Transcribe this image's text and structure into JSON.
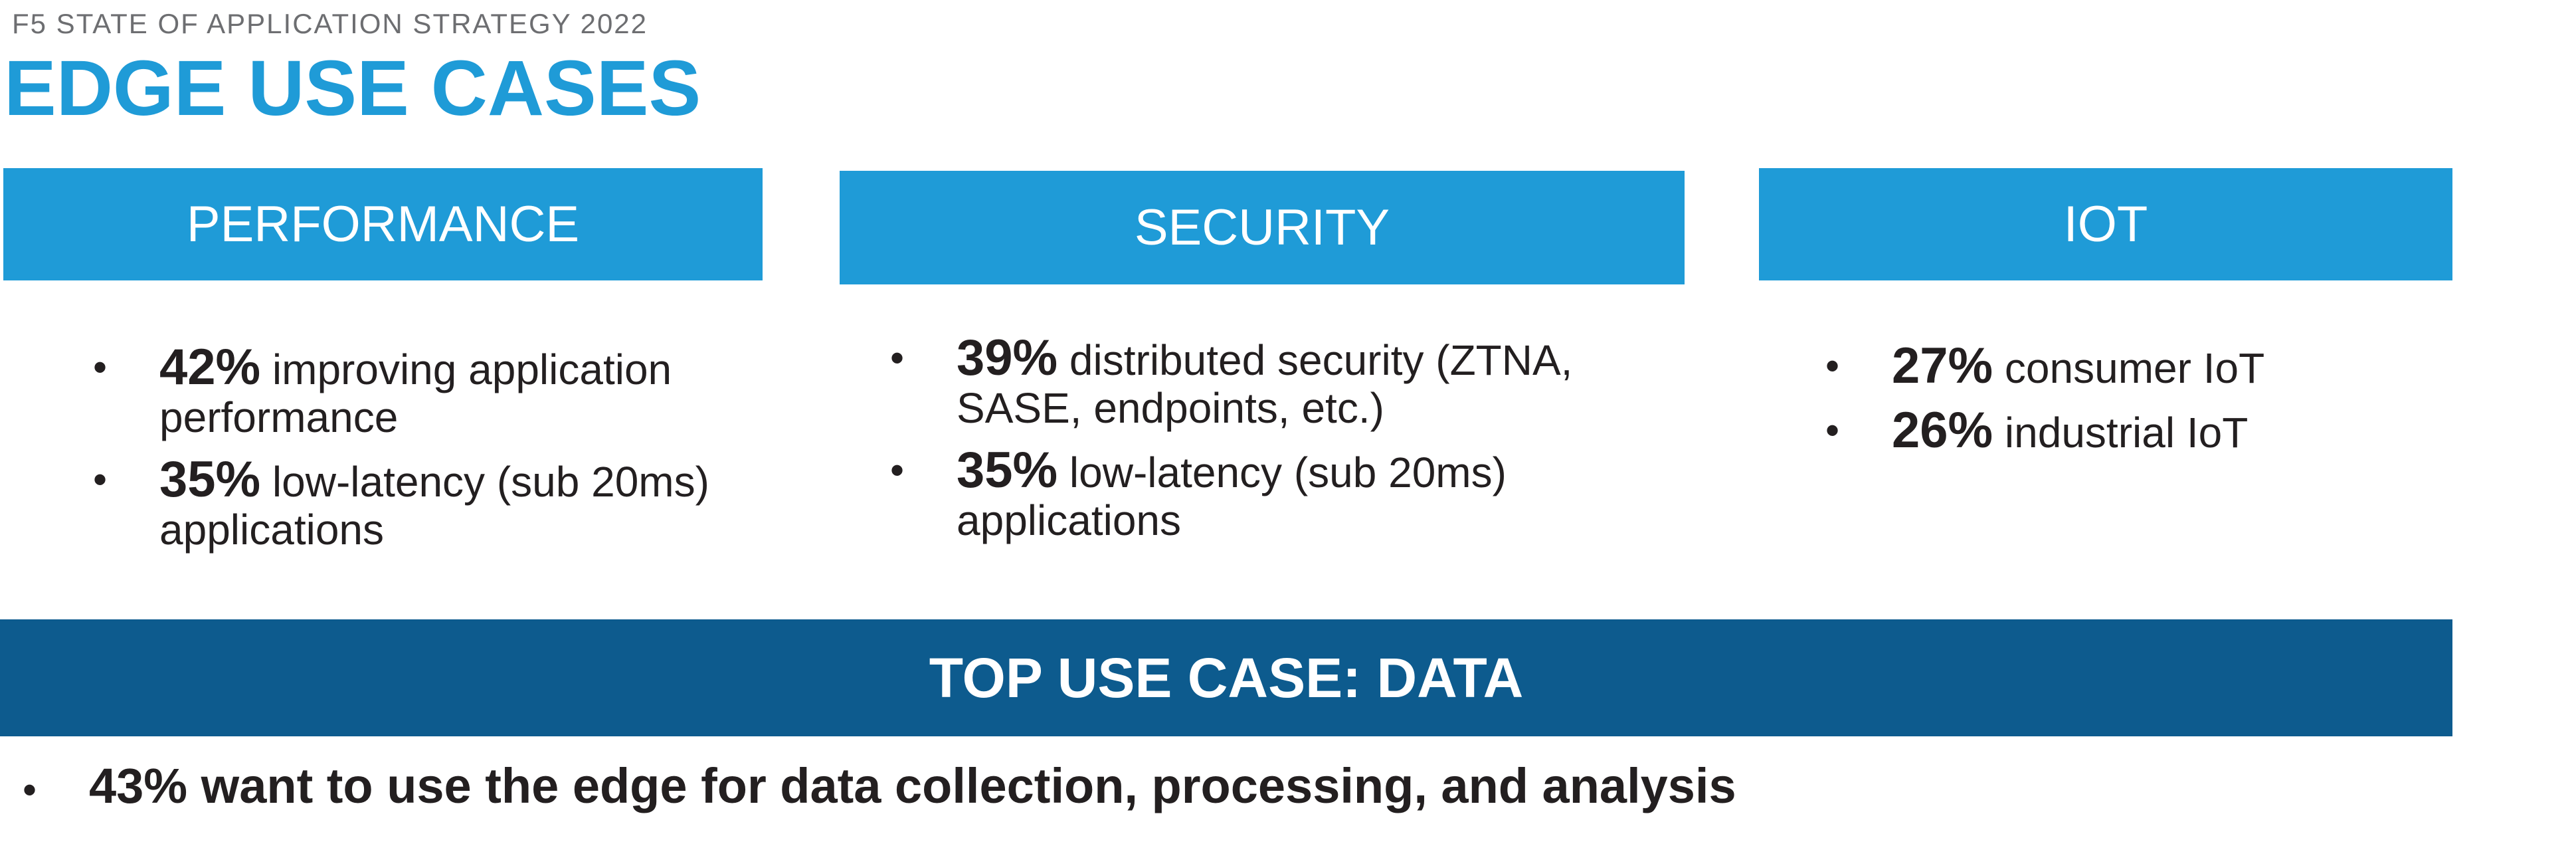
{
  "header": {
    "supertitle": "F5 STATE OF APPLICATION STRATEGY 2022",
    "title": "EDGE USE CASES"
  },
  "columns": [
    {
      "heading": "PERFORMANCE",
      "items": [
        {
          "pct": "42%",
          "text": " improving application performance"
        },
        {
          "pct": "35%",
          "text": " low-latency (sub 20ms) applications"
        }
      ]
    },
    {
      "heading": "SECURITY",
      "items": [
        {
          "pct": "39%",
          "text": " distributed security (ZTNA, SASE, endpoints, etc.)"
        },
        {
          "pct": "35%",
          "text": " low-latency (sub 20ms) applications"
        }
      ]
    },
    {
      "heading": "IOT",
      "items": [
        {
          "pct": "27%",
          "text": " consumer IoT"
        },
        {
          "pct": "26%",
          "text": " industrial IoT"
        }
      ]
    }
  ],
  "banner": {
    "label": "TOP USE CASE: DATA",
    "bullet": "43% want to use the edge for data collection, processing, and analysis"
  },
  "bullet_glyph": "•",
  "colors": {
    "accent_blue": "#1f9bd7",
    "banner_navy": "#0d5b8e",
    "text_dark": "#231f20",
    "text_gray": "#6d6e71"
  }
}
